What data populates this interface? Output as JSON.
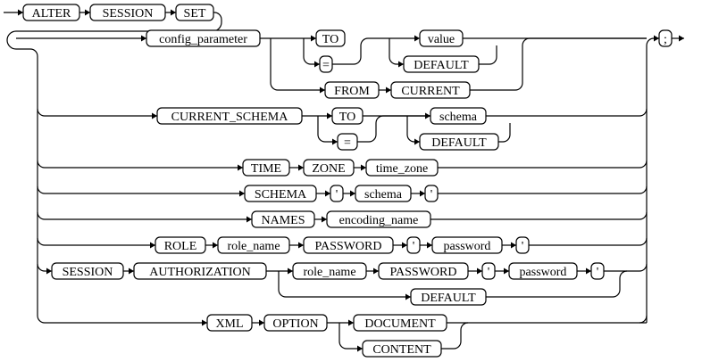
{
  "tokens": {
    "alter": "ALTER",
    "session": "SESSION",
    "set": "SET",
    "config_parameter": "config_parameter",
    "to": "TO",
    "eq": "=",
    "value": "value",
    "default": "DEFAULT",
    "from": "FROM",
    "current": "CURRENT",
    "current_schema": "CURRENT_SCHEMA",
    "schema_kw": "SCHEMA",
    "schema_id": "schema",
    "time": "TIME",
    "zone": "ZONE",
    "time_zone": "time_zone",
    "quote": "'",
    "names": "NAMES",
    "encoding_name": "encoding_name",
    "role": "ROLE",
    "role_name": "role_name",
    "password_kw": "PASSWORD",
    "password_id": "password",
    "authorization": "AUTHORIZATION",
    "xml": "XML",
    "option": "OPTION",
    "document": "DOCUMENT",
    "content": "CONTENT",
    "semicolon": ";"
  }
}
